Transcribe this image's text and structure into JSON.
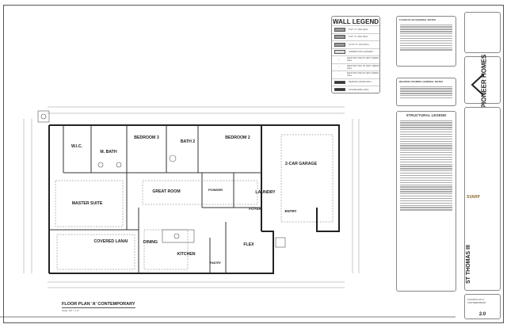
{
  "wall_legend": {
    "title": "WALL LEGEND",
    "rows": [
      "8\"x8\" VT. CMU WALL",
      "8\"x8\" VT. CMU WALL",
      "12\"x8\" VT. CMU WALL",
      "GIRDERS AND LEDGERS",
      "DENOTES ONE #5 VERT. REBAR CELL",
      "DENOTES TWO #5 VERT. REBAR CELL",
      "DENOTES ONE #5 VERT. REBAR CELL",
      "BEARING FRAME WALL",
      "NON-BEARING WALL"
    ]
  },
  "notes": {
    "floor_plan_title": "FLOOR PLAN GENERAL NOTES",
    "bearing_title": "BEARING FRAMING GENERAL NOTES",
    "structural_title": "STRUCTURAL LEGEND"
  },
  "title_block": {
    "brand": "PIONEER HOMES",
    "firm": "SVARP",
    "project": "ST THOMAS III",
    "sheet_desc": "FLOOR PLAN 'A' CONTEMPORARY",
    "sheet_number": "2.0"
  },
  "plan": {
    "title": "FLOOR PLAN 'A' CONTEMPORARY",
    "scale": "Scale: 1/8\" = 1'-0\"",
    "rooms": {
      "wic": "W.I.C.",
      "m_bath": "M. BATH",
      "bedroom3": "BEDROOM 3",
      "bath2": "BATH 2",
      "bedroom2": "BEDROOM 2",
      "garage": "2-CAR GARAGE",
      "master_suite": "MASTER SUITE",
      "great_room": "GREAT ROOM",
      "powder": "POWDER",
      "laundry": "LAUNDRY",
      "foyer": "FOYER",
      "entry": "ENTRY",
      "covered_lanai": "COVERED LANAI",
      "dining": "DINING",
      "kitchen": "KITCHEN",
      "pantry": "PANTRY",
      "flex": "FLEX"
    }
  }
}
